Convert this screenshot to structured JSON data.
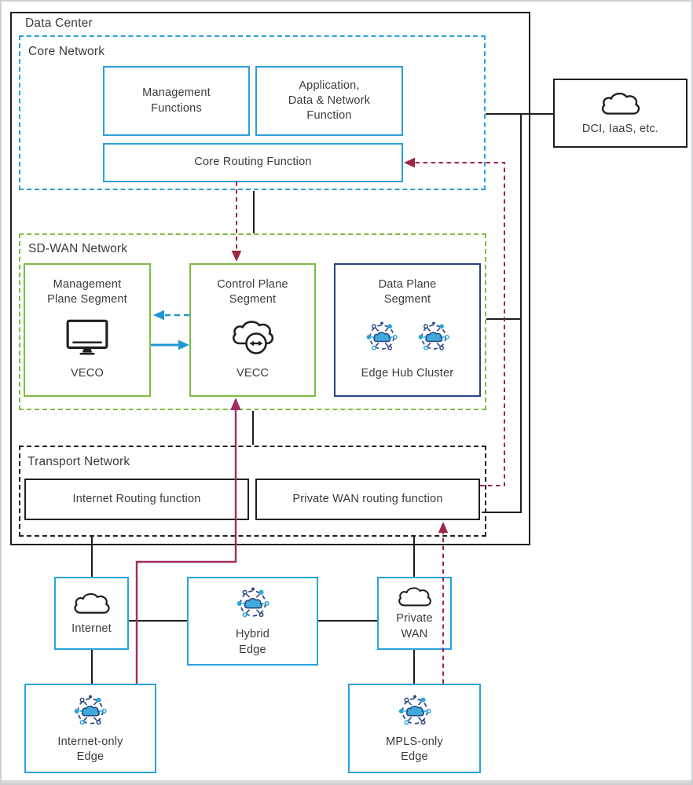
{
  "data_center": {
    "label": "Data Center"
  },
  "core_network": {
    "label": "Core Network",
    "management_functions_label": "Management\nFunctions",
    "application_function_label": "Application,\nData & Network\nFunction",
    "core_routing_label": "Core Routing Function"
  },
  "external": {
    "dci_label": "DCI, IaaS, etc."
  },
  "sdwan_network": {
    "label": "SD-WAN Network",
    "management_plane": {
      "title": "Management\nPlane Segment",
      "system": "VECO"
    },
    "control_plane": {
      "title": "Control Plane\nSegment",
      "system": "VECC"
    },
    "data_plane": {
      "title": "Data Plane\nSegment",
      "system": "Edge Hub Cluster"
    }
  },
  "transport_network": {
    "label": "Transport Network",
    "internet_routing_label": "Internet Routing function",
    "private_wan_routing_label": "Private WAN routing function"
  },
  "underlay": {
    "internet_label": "Internet",
    "hybrid_edge_label": "Hybrid\nEdge",
    "private_wan_label": "Private\nWAN",
    "internet_only_edge_label": "Internet-only\nEdge",
    "mpls_only_edge_label": "MPLS-only\nEdge"
  },
  "icons": {
    "cloud": "cloud-icon",
    "monitor": "monitor-icon",
    "vecc_cloud": "cloud-bidirectional-arrows-icon",
    "edge_hub": "edge-hub-icon"
  },
  "colors": {
    "core_blue": "#2B9FD8",
    "sdwan_green": "#7CBE45",
    "data_plane_navy": "#27447E",
    "underlay_box_blue": "#29A3DC",
    "arrow_blue": "#2196D6",
    "dashed_red": "#9B2846",
    "solid_maroon": "#A22C5E",
    "line_black": "#1F1F1F"
  }
}
